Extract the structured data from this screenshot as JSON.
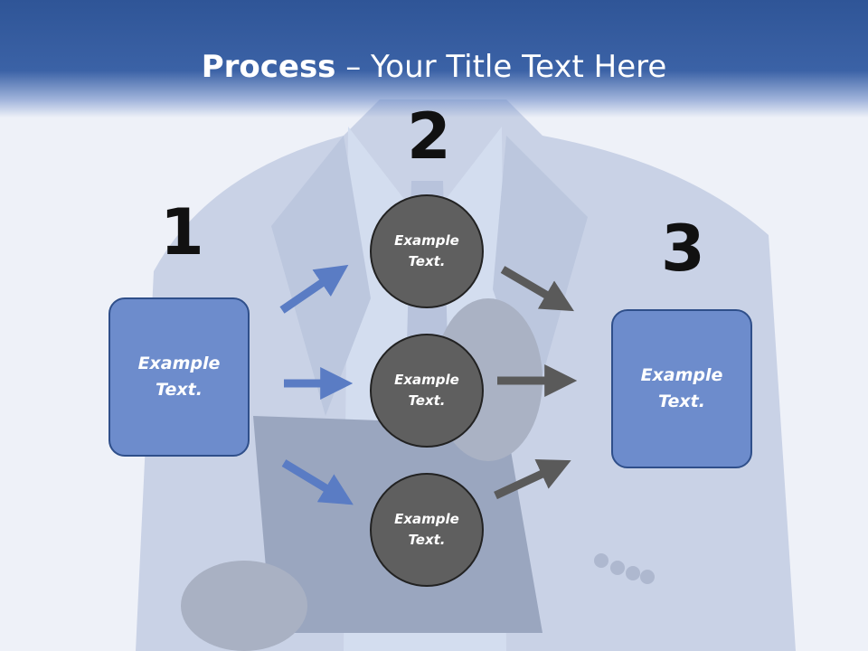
{
  "title": {
    "bold": "Process",
    "rest": " – Your Title Text Here"
  },
  "steps": [
    {
      "number": "1",
      "label": "Example Text."
    },
    {
      "number": "2",
      "label": "Example Text."
    },
    {
      "number": "3",
      "label": "Example Text."
    }
  ],
  "circles": [
    {
      "label": "Example Text."
    },
    {
      "label": "Example Text."
    },
    {
      "label": "Example Text."
    }
  ],
  "colors": {
    "title_bar": "#2f5597",
    "box_fill": "#6d8ccc",
    "circle_fill": "#5f5f5f",
    "blue_arrow": "#5a7cc4",
    "gray_arrow": "#5a5a5a"
  }
}
